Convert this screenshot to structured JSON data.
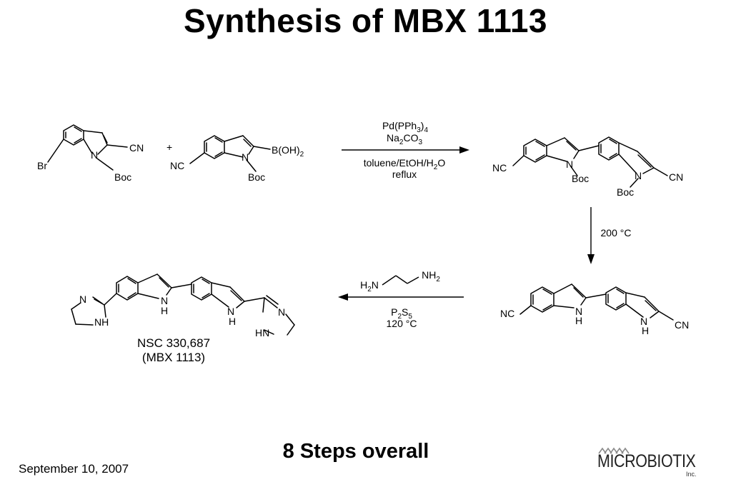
{
  "slide": {
    "title": "Synthesis of MBX 1113",
    "steps_note": "8 Steps overall",
    "date": "September 10, 2007"
  },
  "logo": {
    "wordmark": "MICROBIOTIX",
    "suffix": "Inc."
  },
  "reaction1": {
    "reactant1": {
      "labels": [
        "Br",
        "N",
        "Boc",
        "CN"
      ]
    },
    "plus": "+",
    "reactant2": {
      "labels": [
        "NC",
        "N",
        "Boc",
        "B(OH)2"
      ]
    },
    "conditions_above": [
      "Pd(PPh3)4",
      "Na2CO3"
    ],
    "conditions_below": [
      "toluene/EtOH/H2O",
      "reflux"
    ],
    "product": {
      "labels": [
        "NC",
        "N",
        "Boc",
        "N",
        "Boc",
        "CN"
      ]
    }
  },
  "reaction2": {
    "condition": "200 °C",
    "product": {
      "labels": [
        "NC",
        "H",
        "N",
        "H",
        "N",
        "CN"
      ]
    }
  },
  "reaction3": {
    "reagent_above": [
      "H2N",
      "NH2"
    ],
    "conditions_below": [
      "P2S5",
      "120 °C"
    ],
    "product": {
      "labels": [
        "N",
        "NH",
        "H",
        "N",
        "H",
        "N",
        "N",
        "HN"
      ],
      "name": "NSC 330,687",
      "code": "(MBX 1113)"
    }
  },
  "colors": {
    "ink": "#000000",
    "background": "#ffffff",
    "logo_mark": "#8a8a8a"
  }
}
